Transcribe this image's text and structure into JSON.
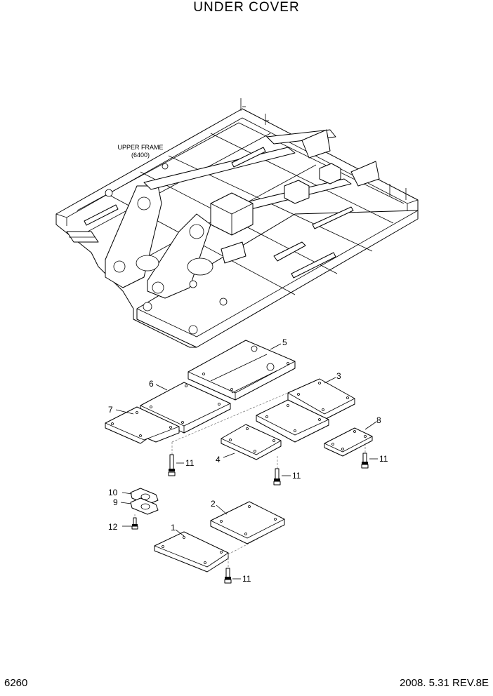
{
  "title": "UNDER COVER",
  "frame_label": {
    "line1": "UPPER FRAME",
    "line2": "(6400)"
  },
  "callouts": {
    "c1": "1",
    "c2": "2",
    "c3": "3",
    "c4": "4",
    "c5": "5",
    "c6": "6",
    "c7": "7",
    "c8": "8",
    "c9": "9",
    "c10": "10",
    "c11a": "11",
    "c11b": "11",
    "c11c": "11",
    "c11d": "11",
    "c12": "12"
  },
  "footer": {
    "page": "6260",
    "date_rev": "2008. 5.31  REV.8E"
  }
}
